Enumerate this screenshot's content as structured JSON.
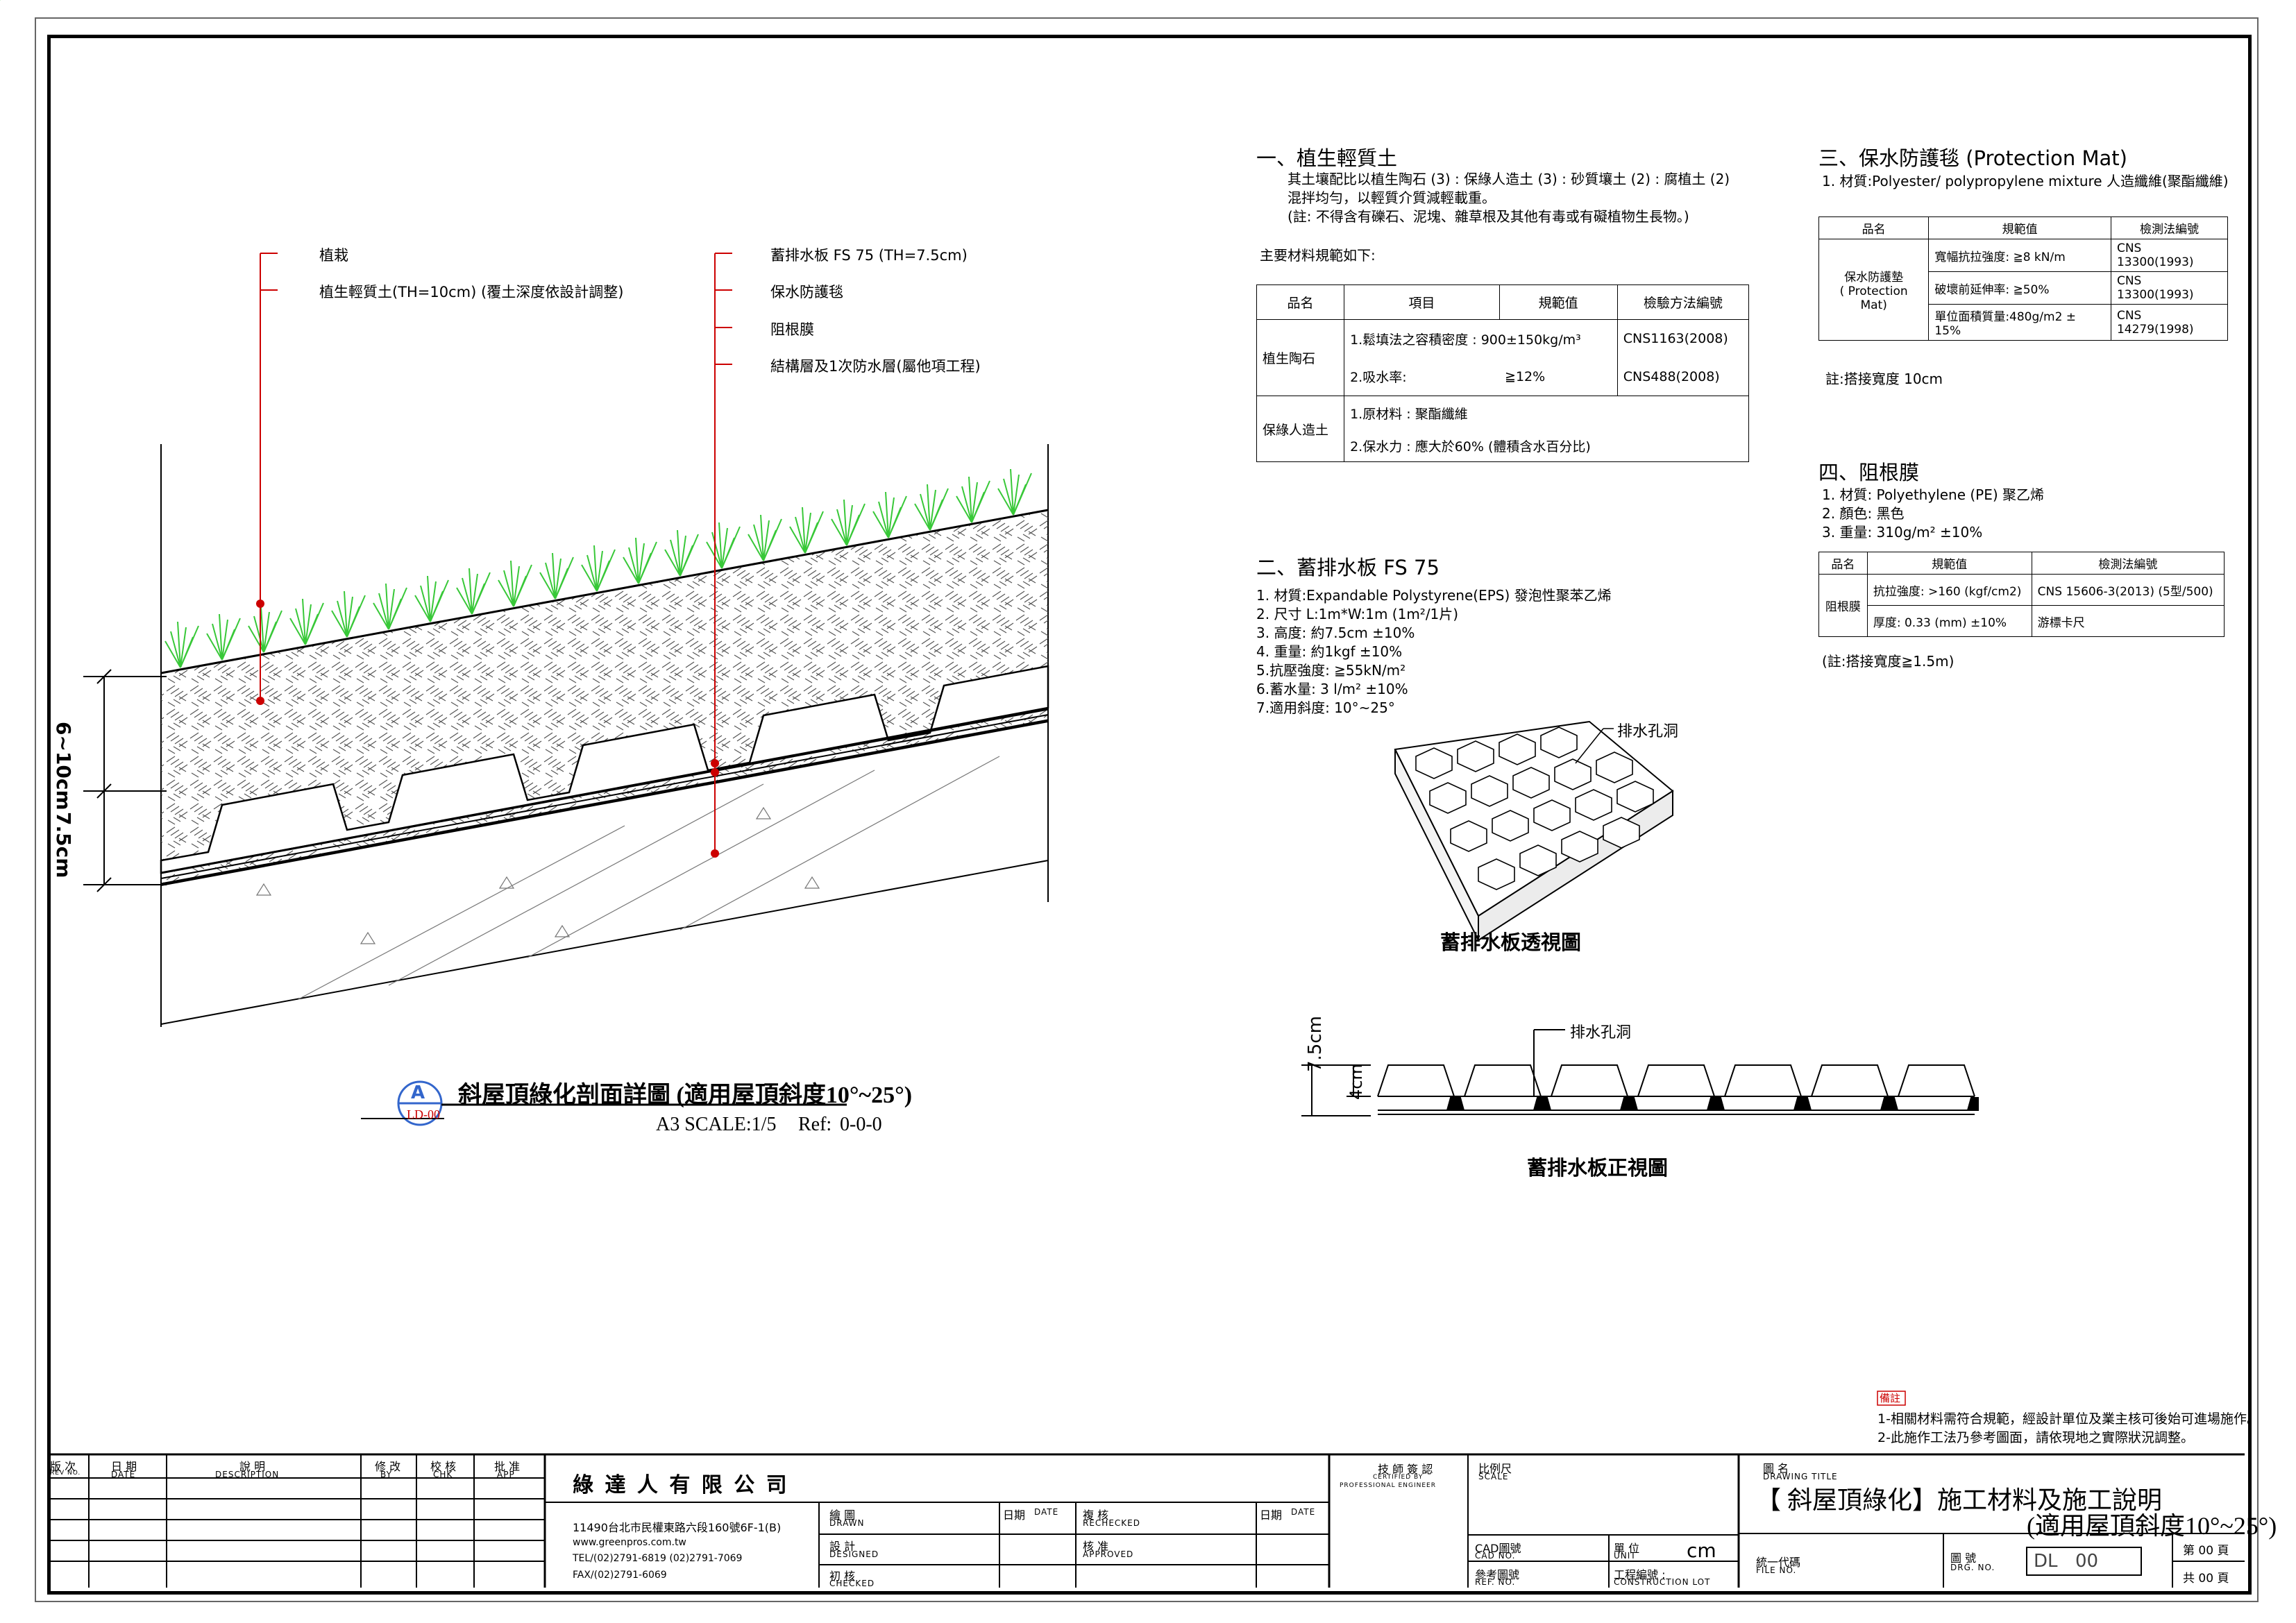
{
  "section_drawing": {
    "callouts_left": [
      "植栽",
      "植生輕質土(TH=10cm) (覆土深度依設計調整)"
    ],
    "callouts_right": [
      "蓄排水板 FS 75 (TH=7.5cm)",
      "保水防護毯",
      "阻根膜",
      "結構層及1次防水層(屬他項工程)"
    ],
    "dim_upper": "6~10cm",
    "dim_lower": "7.5cm",
    "title": "斜屋頂綠化剖面詳圖 (適用屋頂斜度10°~25°)",
    "badge_letter": "A",
    "badge_code": "LD-00",
    "scale": "A3 SCALE:1/5",
    "ref_label": "Ref:",
    "ref_value": "0-0-0"
  },
  "sec1": {
    "title": "一、植生輕質土",
    "lines": [
      "其土壤配比以植生陶石 (3) : 保綠人造土 (3) : 砂質壤土 (2) : 腐植土 (2)",
      "混拌均勻，以輕質介質減輕載重。",
      "(註: 不得含有礫石、泥塊、雜草根及其他有毒或有礙植物生長物。)"
    ],
    "spec_intro": "主要材料規範如下:",
    "table_headers": [
      "品名",
      "項目",
      "規範值",
      "檢驗方法編號"
    ],
    "rows": [
      {
        "name": "植生陶石",
        "items": [
          "1.鬆填法之容積密度 : 900±150kg/m³",
          "2.吸水率:"
        ],
        "values": [
          "",
          "≧12%"
        ],
        "methods": [
          "CNS1163(2008)",
          "CNS488(2008)"
        ]
      },
      {
        "name": "保綠人造土",
        "items": [
          "1.原材料 : 聚酯纖維",
          "2.保水力 : 應大於60% (體積含水百分比)"
        ]
      }
    ]
  },
  "sec2": {
    "title": "二、蓄排水板 FS 75",
    "lines": [
      "1. 材質:Expandable Polystyrene(EPS) 發泡性聚苯乙烯",
      "2. 尺寸 L:1m*W:1m (1m²/1片)",
      "3. 高度: 約7.5cm ±10%",
      "4. 重量: 約1kgf ±10%",
      "5.抗壓強度: ≧55kN/m²",
      "6.蓄水量: 3 l/m² ±10%",
      "7.適用斜度: 10°~25°"
    ],
    "hole_label": "排水孔洞",
    "persp_caption": "蓄排水板透視圖",
    "front_hole_label": "排水孔洞",
    "front_dim_total": "7.5cm",
    "front_dim_inner": "4cm",
    "front_caption": "蓄排水板正視圖"
  },
  "sec3": {
    "title": "三、保水防護毯 (Protection Mat)",
    "line": "1. 材質:Polyester/ polypropylene mixture 人造纖維(聚酯纖維)",
    "headers": [
      "品名",
      "規範值",
      "檢測法編號"
    ],
    "name": "保水防護墊",
    "name_en": "( Protection Mat)",
    "rows": [
      [
        "寬幅抗拉強度: ≧8 kN/m",
        "CNS 13300(1993)"
      ],
      [
        "破壞前延伸率: ≧50%",
        "CNS 13300(1993)"
      ],
      [
        "單位面積質量:480g/m2 ± 15%",
        "CNS 14279(1998)"
      ]
    ],
    "note": "註:搭接寬度 10cm"
  },
  "sec4": {
    "title": "四、阻根膜",
    "lines": [
      "1. 材質: Polyethylene (PE) 聚乙烯",
      "2. 顏色: 黑色",
      "3. 重量: 310g/m² ±10%"
    ],
    "headers": [
      "品名",
      "規範值",
      "檢測法編號"
    ],
    "name": "阻根膜",
    "rows": [
      [
        "抗拉強度: >160 (kgf/cm2)",
        "CNS 15606-3(2013) (5型/500)"
      ],
      [
        "厚度: 0.33 (mm) ±10%",
        "游標卡尺"
      ]
    ],
    "note": "(註:搭接寬度≧1.5m)"
  },
  "remarks": {
    "title": "備註",
    "lines": [
      "1-相關材料需符合規範，經設計單位及業主核可後始可進場施作。",
      "2-此施作工法乃參考圖面，請依現地之實際狀況調整。"
    ]
  },
  "title_block": {
    "rev_headers": [
      {
        "zh": "版 次",
        "en": "REV NO."
      },
      {
        "zh": "日 期",
        "en": "DATE"
      },
      {
        "zh": "說 明",
        "en": "DESCRIPTION"
      },
      {
        "zh": "修 改",
        "en": "BY"
      },
      {
        "zh": "校 核",
        "en": "CHK"
      },
      {
        "zh": "批 准",
        "en": "APP"
      }
    ],
    "company": "綠 達 人 有 限 公 司",
    "address": "11490台北市民權東路六段160號6F-1(B)",
    "web": "www.greenpros.com.tw",
    "tel": "TEL/(02)2791-6819  (02)2791-7069",
    "fax": "FAX/(02)2791-6069",
    "drawn_zh": "繪 圖",
    "drawn_en": "DRAWN",
    "designed_zh": "設 計",
    "designed_en": "DESIGNED",
    "checked_zh": "初 核",
    "checked_en": "CHECKED",
    "date_zh": "日期",
    "date_en": "DATE",
    "rechecked_zh": "複 核",
    "rechecked_en": "RECHECKED",
    "approved_zh": "核 准",
    "approved_en": "APPROVED",
    "cert_zh": "技 師 簽 認",
    "cert_en1": "CERTIFIED BY",
    "cert_en2": "PROFESSIONAL ENGINEER",
    "scale_zh": "比例尺",
    "scale_en": "SCALE",
    "cad_zh": "CAD圖號",
    "cad_en": "CAD NO.",
    "unit_zh": "單 位",
    "unit_en": "UNIT",
    "unit_value": "cm",
    "ref_zh": "參考圖號",
    "ref_en": "REF. NO.",
    "construction_zh": "工程編號 :",
    "construction_en": "CONSTRUCTION LOT",
    "drawing_title_zh": "圖 名",
    "drawing_title_en": "DRAWING TITLE",
    "drawing_title_1": "【 斜屋頂綠化】施工材料及施工說明",
    "drawing_title_2": "(適用屋頂斜度10°~25°)",
    "file_zh": "統一代碼",
    "file_en": "FILE NO.",
    "drg_zh": "圖 號",
    "drg_en": "DRG. NO.",
    "drg_prefix": "DL",
    "drg_value": "00",
    "page_no": "第 00 頁",
    "page_total": "共 00 頁"
  }
}
